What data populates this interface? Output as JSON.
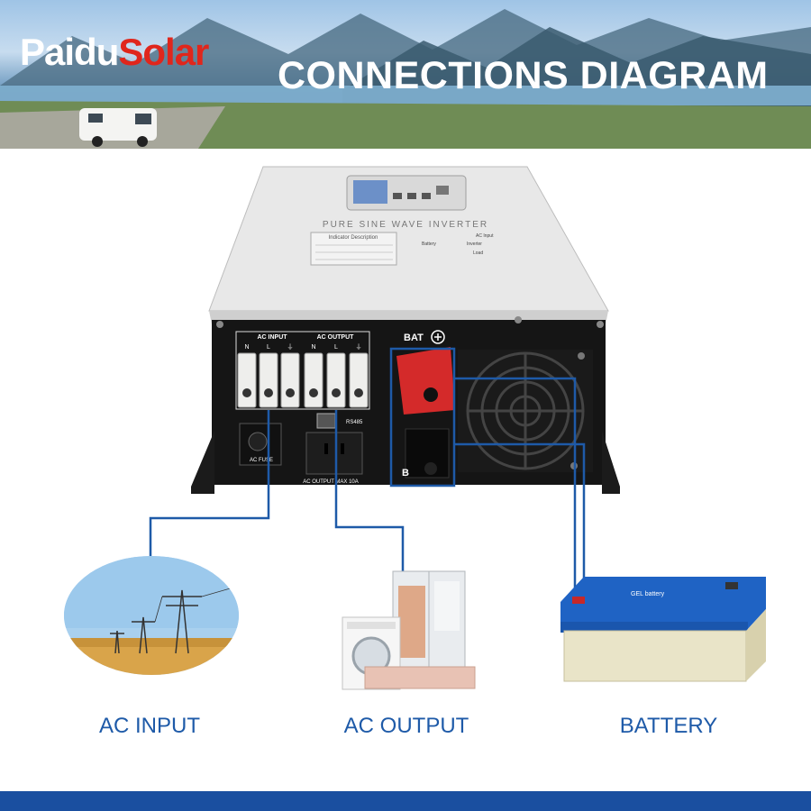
{
  "brand": {
    "name_part1": "Paidu",
    "name_part2": "Solar"
  },
  "banner": {
    "title": "CONNECTIONS DIAGRAM"
  },
  "inverter": {
    "product_label": "PURE SINE WAVE INVERTER",
    "indicator_label": "Indicator Description",
    "status_labels": [
      "AC Input",
      "Battery",
      "Inverter",
      "Load"
    ],
    "ac_input_label": "AC INPUT",
    "ac_output_label": "AC OUTPUT",
    "terminal_labels": [
      "N",
      "L",
      "⏚",
      "N",
      "L",
      "⏚"
    ],
    "rs485_label": "RS485",
    "fuse_label": "AC FUSE",
    "outlet_label": "AC OUTPUT MAX 10A",
    "bat_pos_label": "BAT",
    "bat_neg_label": "B"
  },
  "battery": {
    "brand": "GEL battery"
  },
  "captions": {
    "ac_input": "AC INPUT",
    "ac_output": "AC OUTPUT",
    "battery": "BATTERY"
  },
  "colors": {
    "wire": "#1e5aa8",
    "caption": "#1e5aa8",
    "footer": "#1a4fa0",
    "brand_accent": "#e0261c"
  }
}
